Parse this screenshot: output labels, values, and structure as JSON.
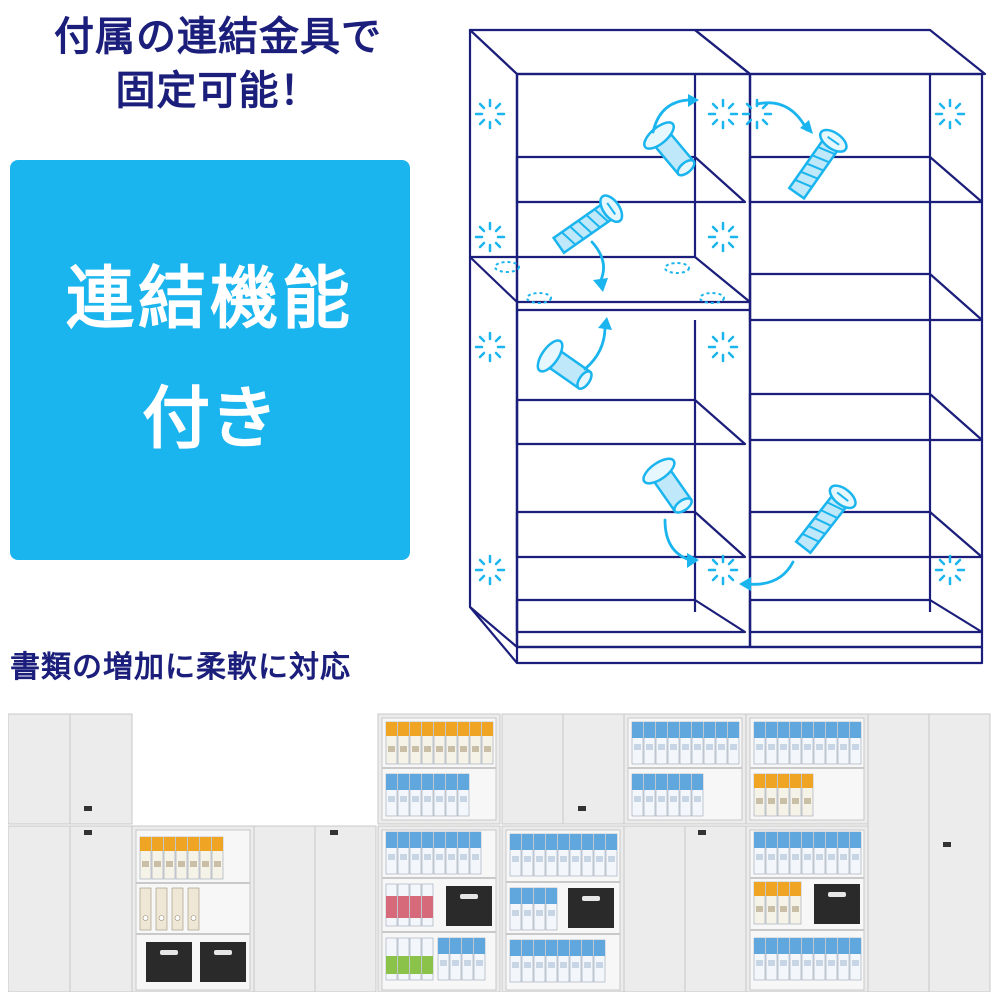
{
  "headline": {
    "line1": "付属の連結金具で",
    "line2": "固定可能！"
  },
  "feature_badge": {
    "line1": "連結機能",
    "line2": "付き"
  },
  "subheading": "書類の増加に柔軟に対応",
  "colors": {
    "navy": "#1b1e7a",
    "accent_blue": "#1ab4ee",
    "cabinet_white": "#ececec"
  },
  "icons": [
    "connector-bolt-icon",
    "connector-screw-icon",
    "rotate-arrow-icon",
    "sparkle-marker-icon"
  ]
}
